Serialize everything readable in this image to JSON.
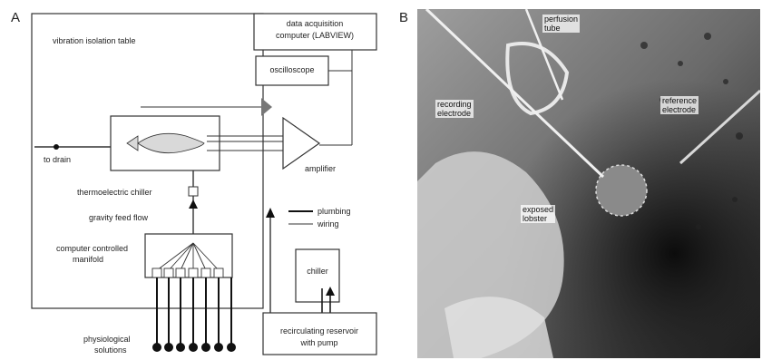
{
  "panel_a": {
    "letter": "A",
    "vibration_table": "vibration isolation table",
    "daq": [
      "data acquisition",
      "computer (LABVIEW)"
    ],
    "oscilloscope": "oscilloscope",
    "to_drain": "to drain",
    "amplifier": "amplifier",
    "chiller_te": "thermoelectric chiller",
    "gravity_feed": "gravity feed flow",
    "manifold": [
      "computer controlled",
      "manifold"
    ],
    "legend_plumbing": "plumbing",
    "legend_wiring": "wiring",
    "chiller": "chiller",
    "reservoir": [
      "recirculating reservoir",
      "with pump"
    ],
    "solutions": [
      "physiological",
      "solutions"
    ]
  },
  "panel_b": {
    "letter": "B",
    "perfusion": [
      "perfusion",
      "tube"
    ],
    "recording": [
      "recording",
      "electrode"
    ],
    "reference": [
      "reference",
      "electrode"
    ],
    "exposed": [
      "exposed",
      "lobster"
    ]
  }
}
